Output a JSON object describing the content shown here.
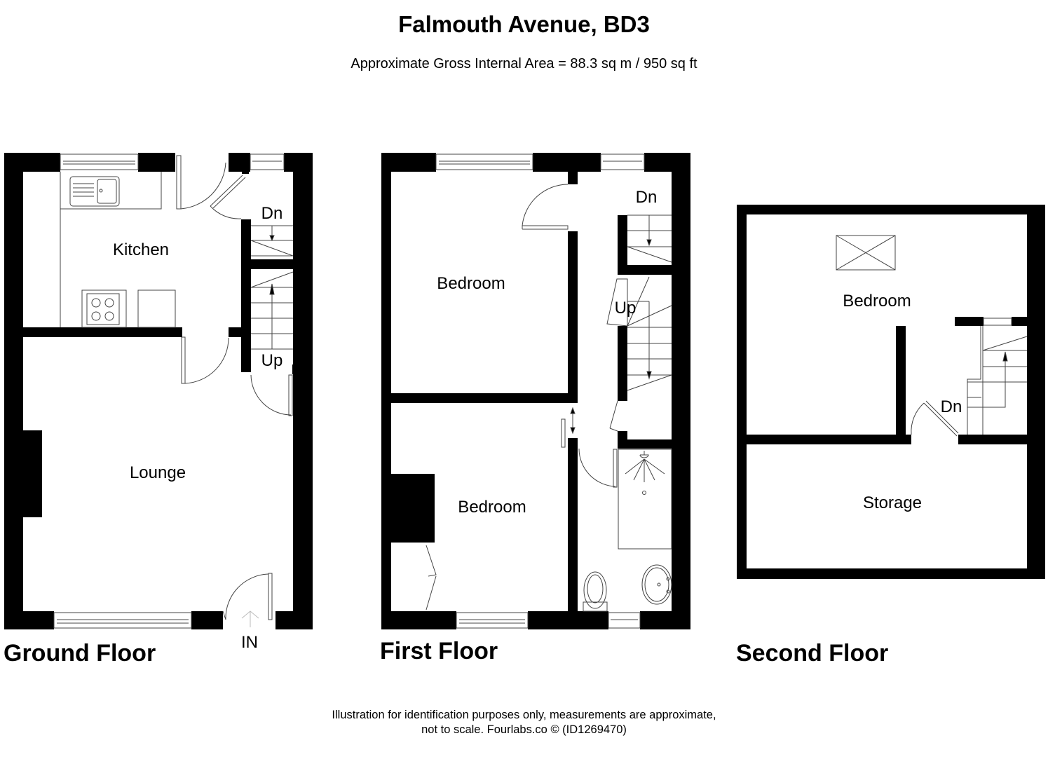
{
  "header": {
    "title": "Falmouth Avenue, BD3",
    "subtitle": "Approximate Gross Internal Area = 88.3 sq m / 950 sq ft"
  },
  "floors": [
    {
      "name": "Ground Floor",
      "rooms": [
        {
          "label": "Kitchen"
        },
        {
          "label": "Lounge"
        }
      ],
      "stairs": [
        {
          "label": "Dn"
        },
        {
          "label": "Up"
        }
      ],
      "entrance": "IN"
    },
    {
      "name": "First Floor",
      "rooms": [
        {
          "label": "Bedroom"
        },
        {
          "label": "Bedroom"
        }
      ],
      "stairs": [
        {
          "label": "Dn"
        },
        {
          "label": "Up"
        }
      ]
    },
    {
      "name": "Second Floor",
      "rooms": [
        {
          "label": "Bedroom"
        },
        {
          "label": "Storage"
        }
      ],
      "stairs": [
        {
          "label": "Dn"
        }
      ]
    }
  ],
  "footer": {
    "line1": "Illustration for identification purposes only, measurements are approximate,",
    "line2": "not to scale. Fourlabs.co © (ID1269470)"
  }
}
